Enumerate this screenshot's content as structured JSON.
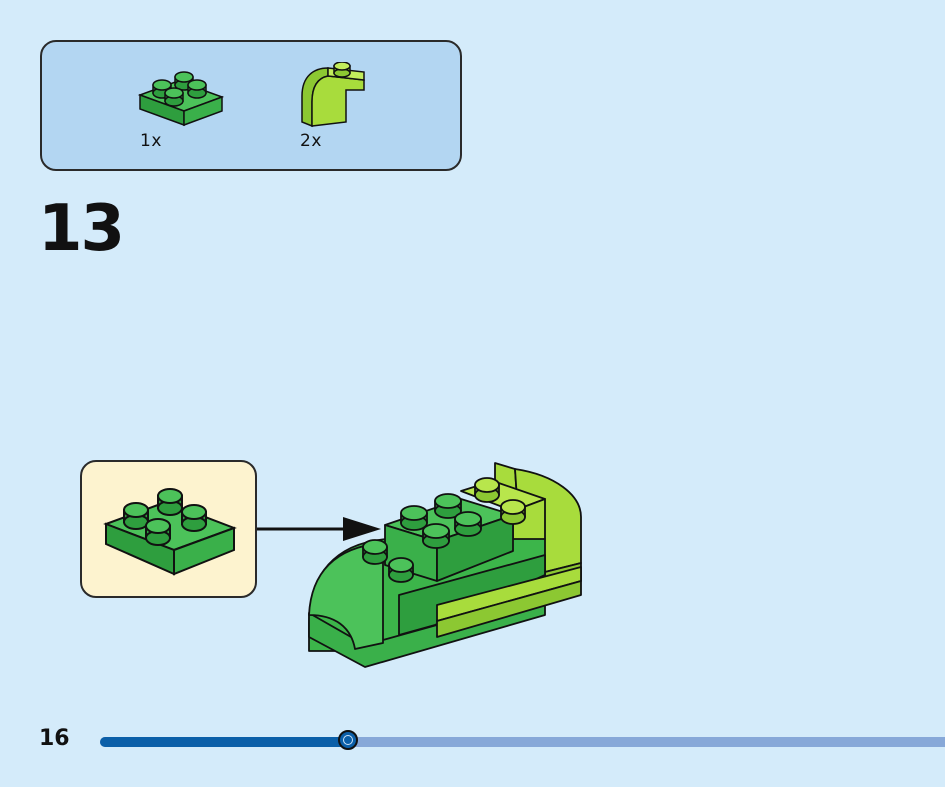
{
  "parts_list": {
    "items": [
      {
        "icon": "green-2x2-plate-icon",
        "quantity": "1x",
        "color": "#3cb54a"
      },
      {
        "icon": "lime-curved-brick-icon",
        "quantity": "2x",
        "color": "#a8dc3c"
      }
    ]
  },
  "step": {
    "number": "13"
  },
  "callout": {
    "icon": "green-2x2-plate-icon"
  },
  "model": {
    "icon": "green-car-assembly-icon"
  },
  "page": {
    "number": "16"
  },
  "progress": {
    "fraction": 0.293
  },
  "colors": {
    "background": "#d4ebfa",
    "parts_box": "#b3d6f2",
    "callout": "#fdf3cf",
    "green": "#3cb54a",
    "lime": "#a8dc3c",
    "progress_fill": "#0b5fa8",
    "progress_track": "#87a8d8"
  }
}
